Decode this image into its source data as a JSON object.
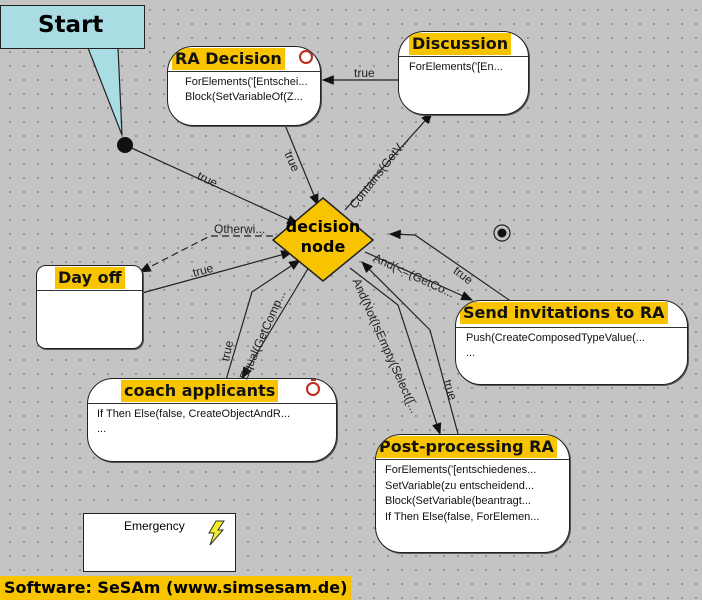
{
  "start_label": "Start",
  "decision": {
    "line1": "decision",
    "line2": "node"
  },
  "nodes": {
    "ra_decision": {
      "title": "RA Decision",
      "lines": [
        "ForElements('[Entschei...",
        "Block(SetVariableOf(Z..."
      ]
    },
    "discussion": {
      "title": "Discussion",
      "lines": [
        "ForElements('[En..."
      ]
    },
    "day_off": {
      "title": "Day off"
    },
    "coach": {
      "title": "coach applicants",
      "lines": [
        "If Then Else(false, CreateObjectAndR...",
        "..."
      ]
    },
    "send": {
      "title": "Send invitations to RA",
      "lines": [
        "Push(CreateComposedTypeValue(...",
        "..."
      ]
    },
    "post": {
      "title": "Post-processing RA",
      "lines": [
        "ForElements('[entschiedenes...",
        "SetVariable(zu entscheidend...",
        "Block(SetVariable(beantragt...",
        "If Then Else(false, ForElemen..."
      ]
    },
    "emergency": {
      "title": "Emergency"
    }
  },
  "edges": {
    "start_true": "true",
    "ra_true": "true",
    "contains": "Contains(GetV...",
    "disc_true": "true",
    "otherwise": "Otherwi...",
    "dayoff_true": "true",
    "coach_true": "true",
    "equal": "Equal(GetComp...",
    "and_le": "And(<=(GetCo...",
    "send_true": "true",
    "and_not": "And(Not(IsEmpty(Select([...",
    "post_true": "true"
  },
  "footer": "Software: SeSAm (www.simsesam.de)",
  "colors": {
    "accent": "#f8c400",
    "start_bg": "#a9dde3",
    "timer": "#c0281b"
  }
}
